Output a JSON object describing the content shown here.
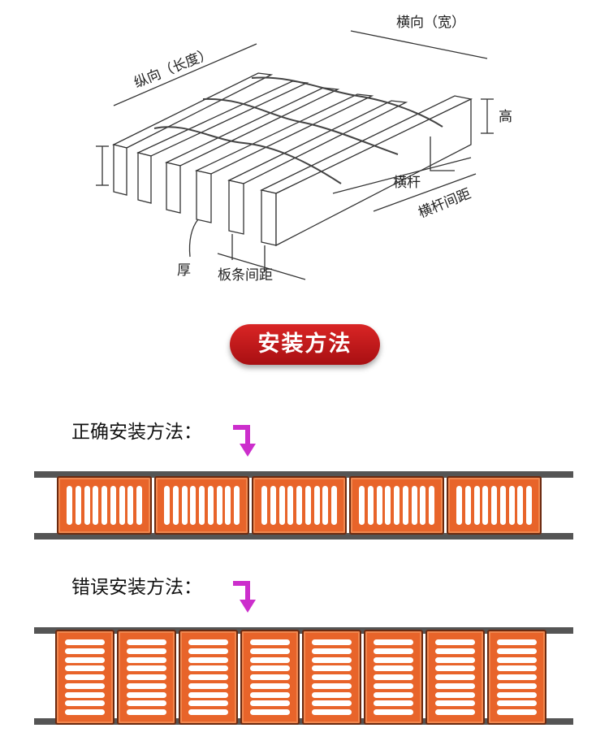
{
  "diagram": {
    "labels": {
      "longitudinal": "纵向（长度）",
      "transverse": "横向（宽）",
      "height": "高",
      "crossbar": "横杆",
      "crossbar_spacing": "横杆间距",
      "thickness": "厚",
      "bar_spacing": "板条间距"
    }
  },
  "install": {
    "title": "安装方法",
    "correct_label": "正确安装方法：",
    "wrong_label": "错误安装方法："
  },
  "colors": {
    "panel": "#e8642a",
    "title_pill": "#c41a1c",
    "arrow": "#cc2ecc",
    "rail": "#555555"
  }
}
